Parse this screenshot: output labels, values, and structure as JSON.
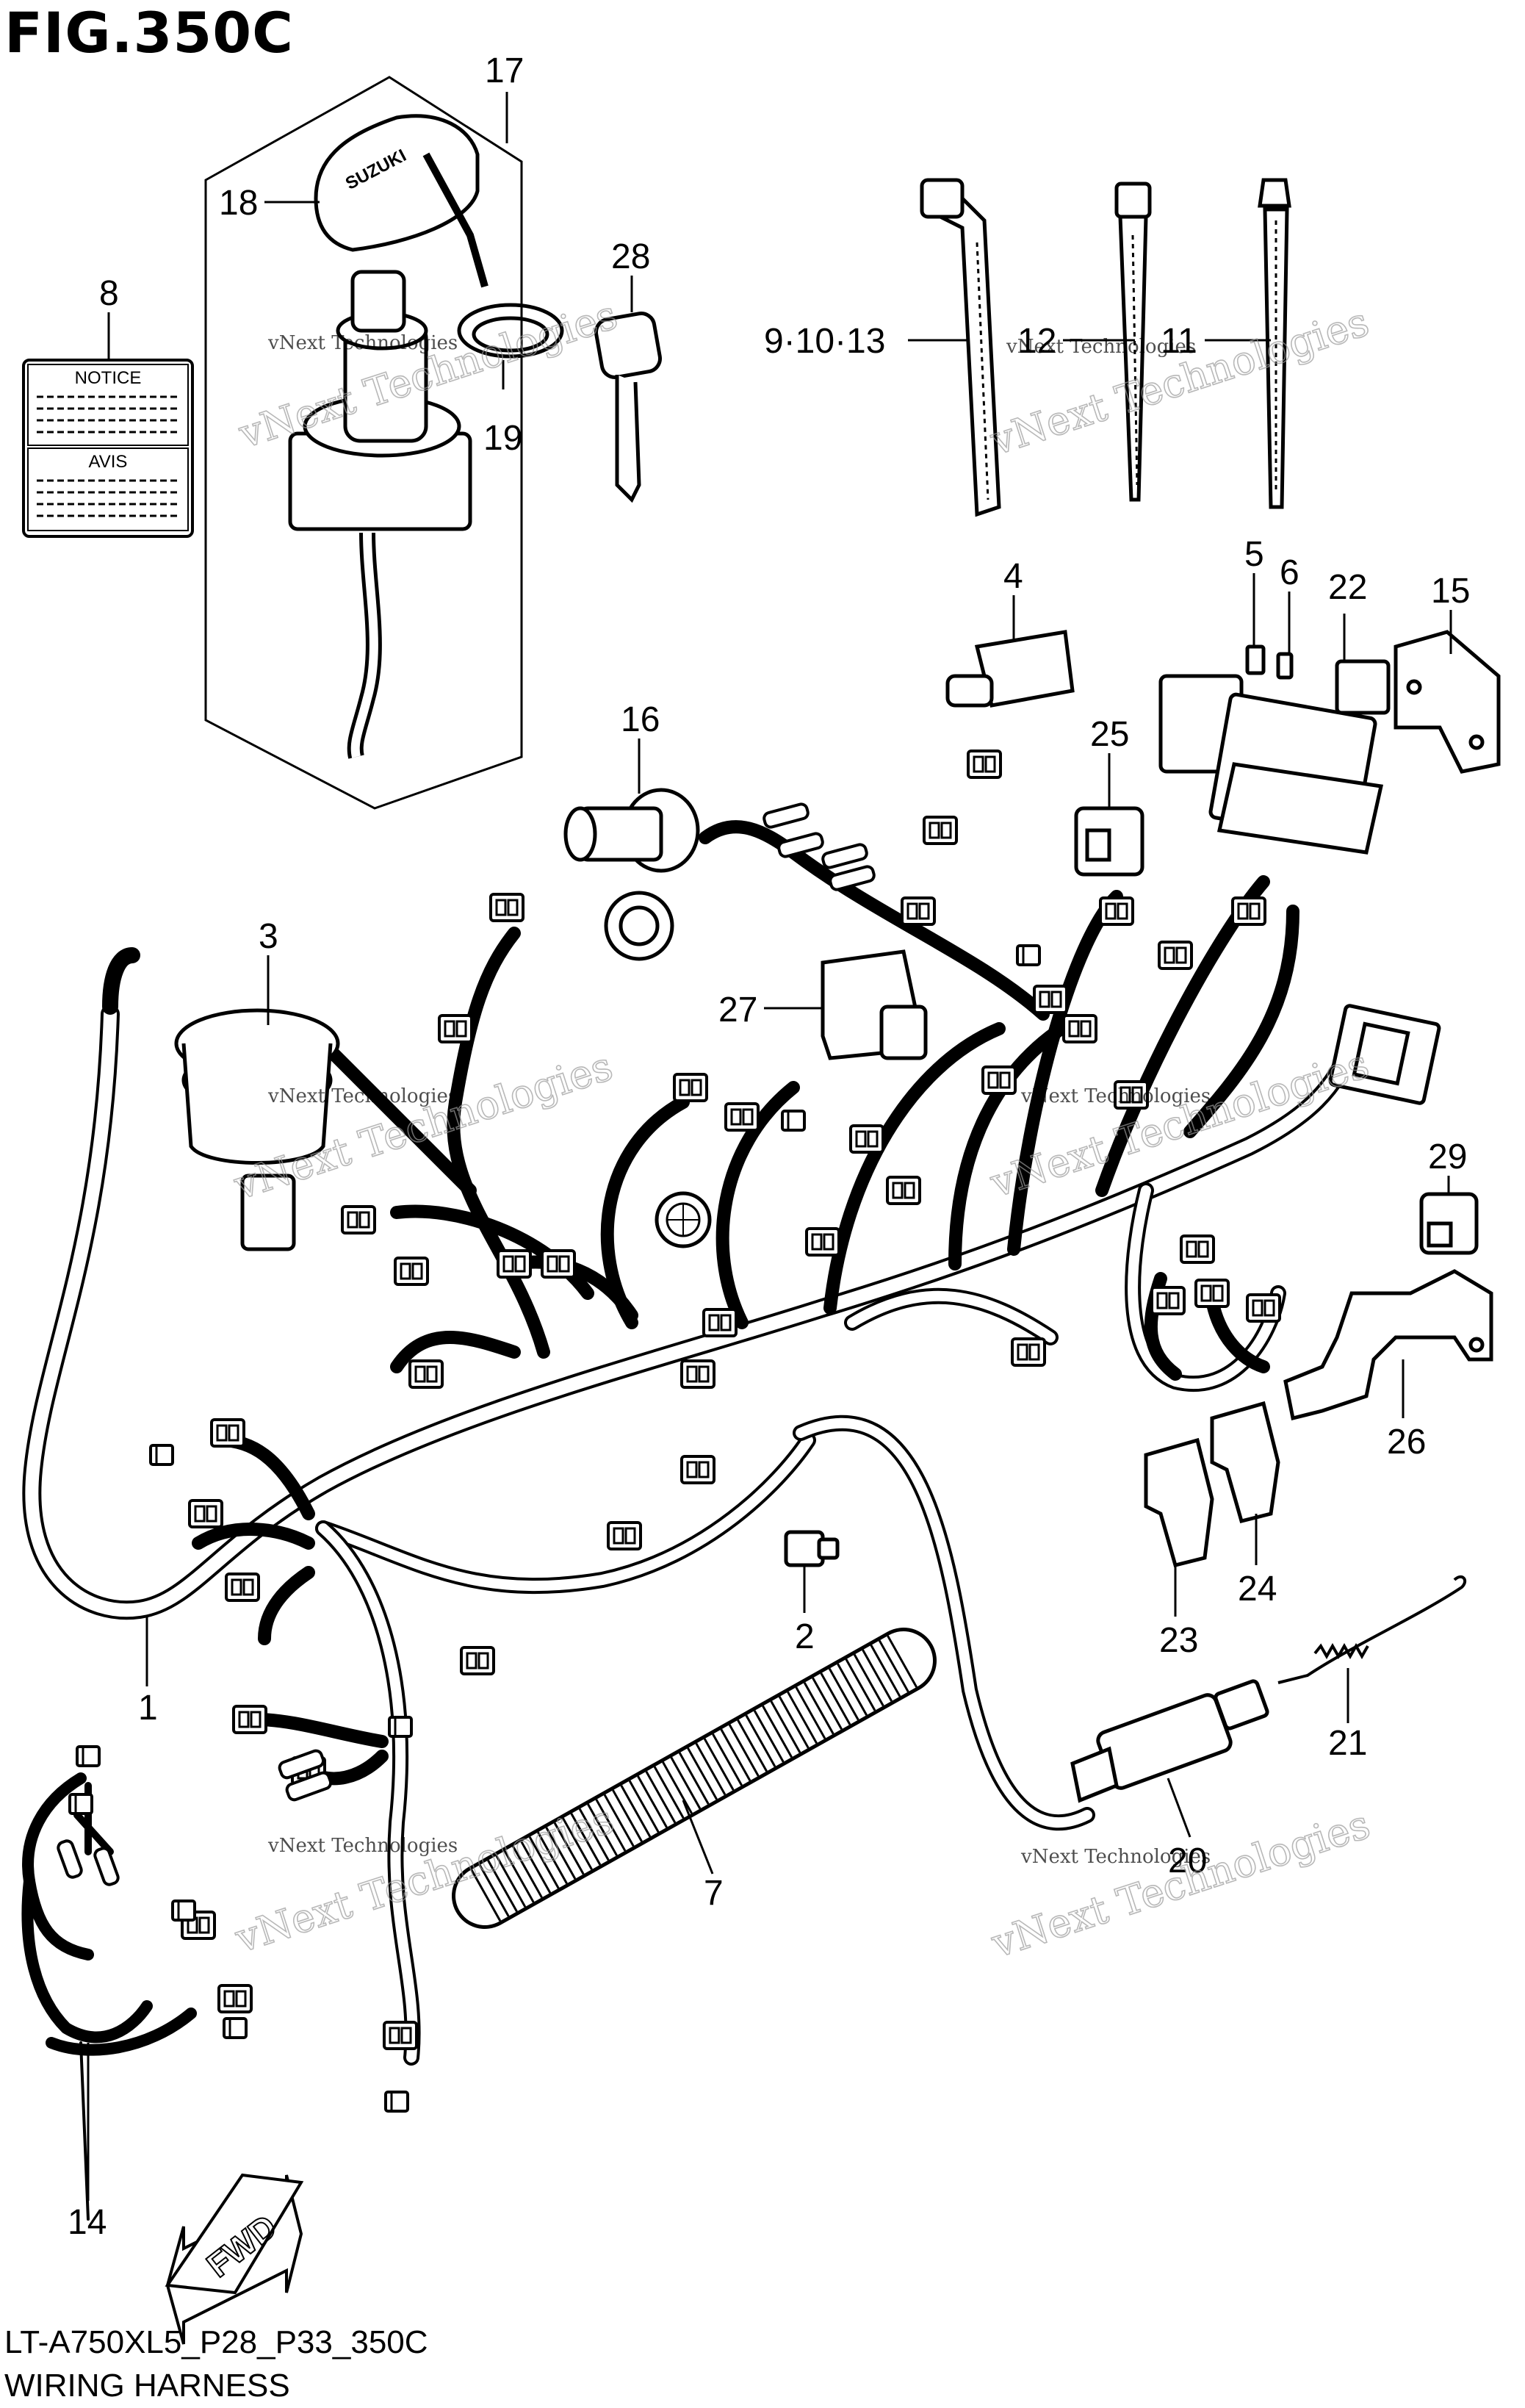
{
  "figure": {
    "title": "FIG.350C",
    "model_code": "LT-A750XL5_P28_P33_350C",
    "subtitle": "WIRING HARNESS"
  },
  "label_part": {
    "notice_heading": "NOTICE",
    "avis_heading": "AVIS"
  },
  "ignition_key_brand": "SUZUKI",
  "direction_marker": "FWD",
  "callouts": [
    "1",
    "2",
    "3",
    "4",
    "5",
    "6",
    "7",
    "8",
    "9·10·13",
    "11",
    "12",
    "14",
    "15",
    "16",
    "17",
    "18",
    "19",
    "20",
    "21",
    "22",
    "23",
    "24",
    "25",
    "26",
    "27",
    "28",
    "29"
  ],
  "watermark": {
    "small_text": "vNext Technologies",
    "large_text": "vNext Technologies"
  }
}
